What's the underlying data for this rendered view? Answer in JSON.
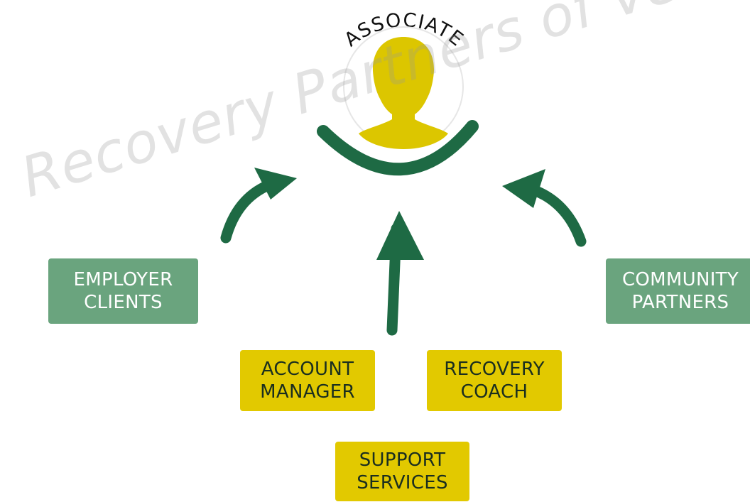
{
  "associate": {
    "label": "ASSOCIATE"
  },
  "watermark": {
    "text": "Recovery Partners of Vermont"
  },
  "boxes": {
    "employer_clients": [
      "EMPLOYER",
      "CLIENTS"
    ],
    "community_partners": [
      "COMMUNITY",
      "PARTNERS"
    ],
    "account_manager": [
      "ACCOUNT",
      "MANAGER"
    ],
    "recovery_coach": [
      "RECOVERY",
      "COACH"
    ],
    "support_services": [
      "SUPPORT",
      "SERVICES"
    ]
  },
  "colors": {
    "dark_green": "#1e6a44",
    "light_green": "#6aa47e",
    "yellow": "#e2c900",
    "text_dark": "#1a2e1f"
  }
}
